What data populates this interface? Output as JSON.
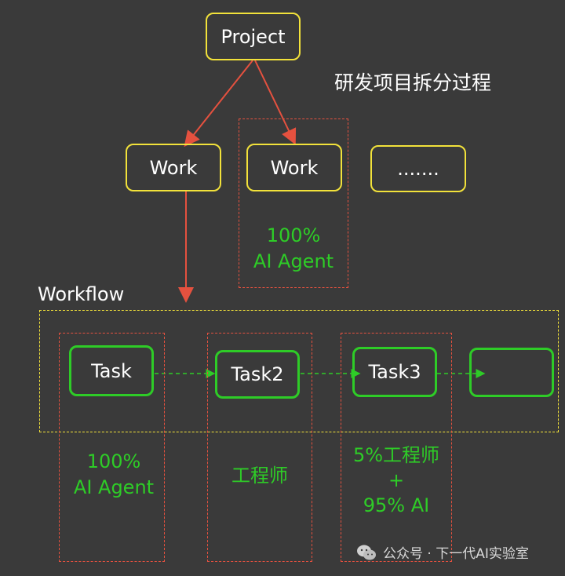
{
  "diagram": {
    "title": "研发项目拆分过程",
    "project_label": "Project",
    "work_items": [
      "Work",
      "Work",
      "......."
    ],
    "work_annotation": [
      "100%",
      "AI Agent"
    ],
    "workflow_label": "Workflow",
    "tasks": [
      "Task",
      "Task2",
      "Task3",
      ""
    ],
    "task_annotations": [
      [
        "100%",
        "AI Agent"
      ],
      [
        "工程师"
      ],
      [
        "5%工程师",
        "+",
        "95% AI"
      ]
    ]
  },
  "watermark": {
    "text": "公众号 · 下一代AI实验室"
  },
  "colors": {
    "background": "#3a3a3a",
    "yellow": "#f2e23a",
    "green": "#2ecc27",
    "red": "#e5513f"
  }
}
